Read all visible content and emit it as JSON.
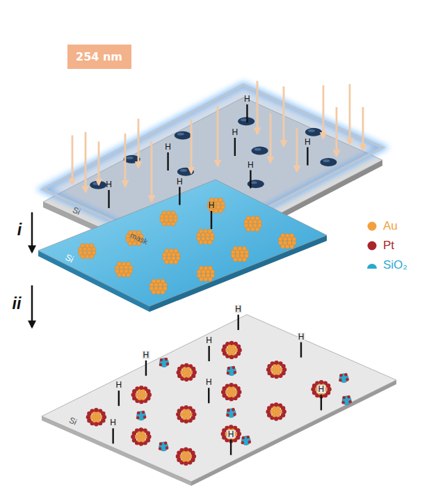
{
  "diagram": {
    "nodes": [
      {
        "text": [
          "254 nm"
        ]
      }
    ],
    "labels": [
      "mask",
      "Si",
      "i",
      "Si",
      "ii",
      "Si",
      "H",
      "H",
      "H",
      "H",
      "H",
      "H",
      "H",
      "H",
      "H",
      "H",
      "H",
      "H",
      "H",
      "H",
      "H",
      "H",
      "H"
    ],
    "legend": [
      {
        "text": "Au",
        "color": "#f2a03d"
      },
      {
        "text": "Pt",
        "color": "#a8262b"
      },
      {
        "text": "SiO₂",
        "color": "#2aa8cf"
      }
    ]
  }
}
